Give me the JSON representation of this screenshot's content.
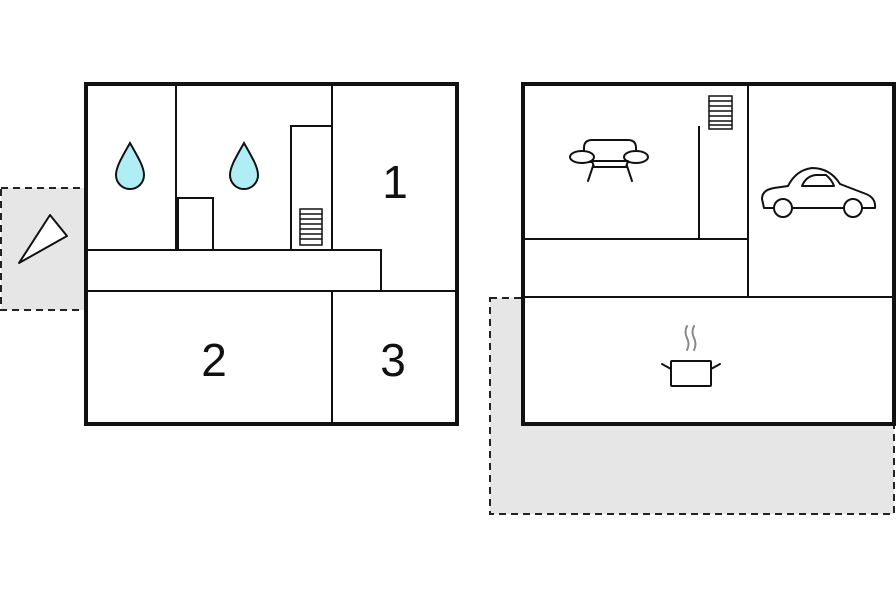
{
  "rooms": {
    "room_1": "1",
    "room_2": "2",
    "room_3": "3"
  },
  "icons": {
    "bathroom_1": "water-drop-icon",
    "bathroom_2": "water-drop-icon",
    "stairs_ground": "stairs-icon",
    "stairs_upper": "stairs-icon",
    "living": "sofa-icon",
    "garage": "car-icon",
    "kitchen": "cooking-pot-icon",
    "compass": "compass-pointer-icon"
  },
  "colors": {
    "water": "#aeeef4",
    "outdoor_area": "#e6e6e6",
    "walls": "#111111",
    "steam": "#888888"
  }
}
